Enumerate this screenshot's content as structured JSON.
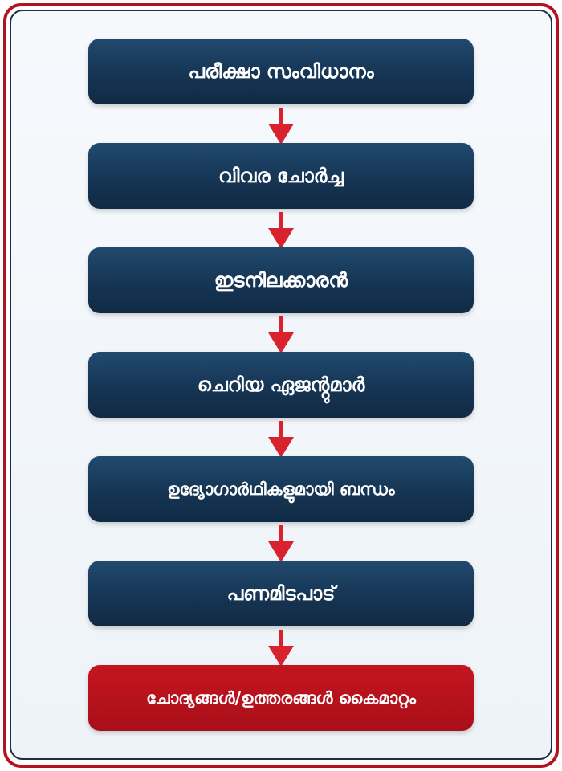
{
  "steps": [
    {
      "label": "പരീക്ഷാ സംവിധാനം"
    },
    {
      "label": "വിവര ചോർച്ച"
    },
    {
      "label": "ഇടനിലക്കാരൻ"
    },
    {
      "label": "ചെറിയ ഏജൻ്റുമാർ"
    },
    {
      "label": "ഉദ്യോഗാർഥികളുമായി ബന്ധം"
    },
    {
      "label": "പണമിടപാട്"
    },
    {
      "label": "ചോദ്യങ്ങൾ/ഉത്തരങ്ങൾ കൈമാറ്റം"
    }
  ],
  "colors": {
    "frame_border": "#b3121f",
    "node_blue": "#163554",
    "node_red": "#b3121f",
    "arrow": "#d8232f"
  }
}
